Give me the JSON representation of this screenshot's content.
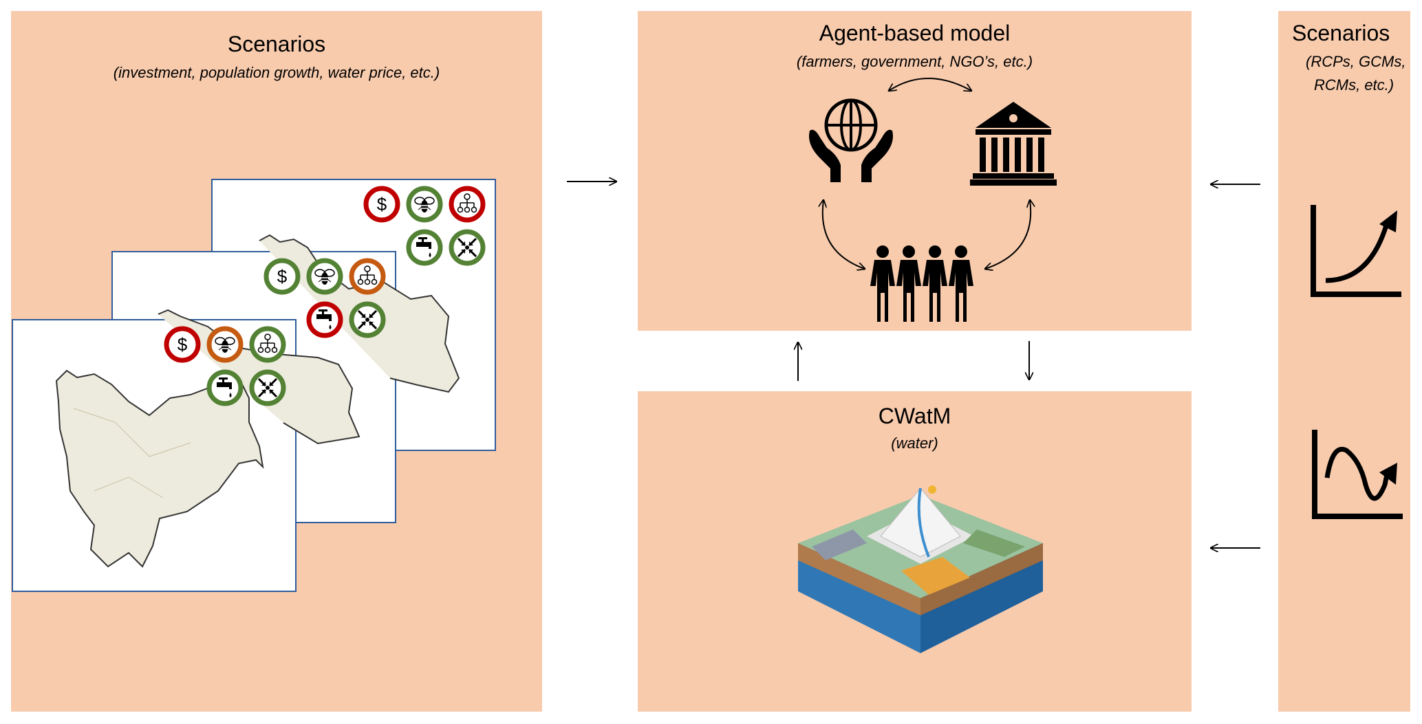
{
  "left_panel": {
    "title": "Scenarios",
    "subtitle": "(investment, population growth, water price, etc.)",
    "cards": [
      {
        "icons": [
          {
            "name": "dollar-icon",
            "ring": "#C00000"
          },
          {
            "name": "bee-icon",
            "ring": "#548235"
          },
          {
            "name": "org-chart-icon",
            "ring": "#C00000"
          },
          {
            "name": "tap-icon",
            "ring": "#548235"
          },
          {
            "name": "converging-arrows-icon",
            "ring": "#548235"
          }
        ]
      },
      {
        "icons": [
          {
            "name": "dollar-icon",
            "ring": "#548235"
          },
          {
            "name": "bee-icon",
            "ring": "#548235"
          },
          {
            "name": "org-chart-icon",
            "ring": "#C55A11"
          },
          {
            "name": "tap-icon",
            "ring": "#C00000"
          },
          {
            "name": "converging-arrows-icon",
            "ring": "#548235"
          }
        ]
      },
      {
        "icons": [
          {
            "name": "dollar-icon",
            "ring": "#C00000"
          },
          {
            "name": "bee-icon",
            "ring": "#C55A11"
          },
          {
            "name": "org-chart-icon",
            "ring": "#548235"
          },
          {
            "name": "tap-icon",
            "ring": "#548235"
          },
          {
            "name": "converging-arrows-icon",
            "ring": "#548235"
          }
        ]
      }
    ]
  },
  "abm_panel": {
    "title": "Agent-based model",
    "subtitle": "(farmers, government, NGO’s, etc.)"
  },
  "cwatm_panel": {
    "title": "CWatM",
    "subtitle": "(water)"
  },
  "right_panel": {
    "title": "Scenarios",
    "subtitle_line1": "(RCPs, GCMs,",
    "subtitle_line2": "RCMs, etc.)"
  },
  "colors": {
    "panel": "#F8CBAD",
    "card_border": "#2E5C9A",
    "red": "#C00000",
    "green": "#548235",
    "orange": "#C55A11"
  }
}
